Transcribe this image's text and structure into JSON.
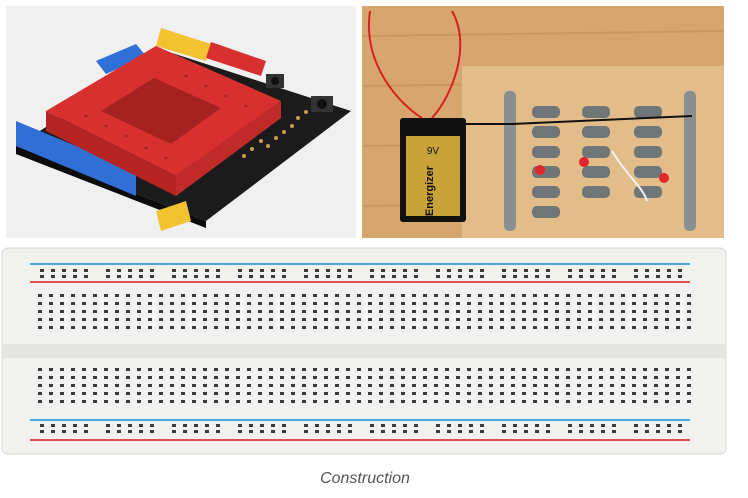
{
  "figure": {
    "caption": "Construction",
    "photos": [
      {
        "subject": "red mini breadboard mounted on an Arduino prototyping shield"
      },
      {
        "subject": "9V battery powering spring-terminal circuit board with LEDs",
        "battery_label": "Energizer",
        "battery_text": "9V"
      },
      {
        "subject": "full-size solderless breadboard with power rails"
      }
    ],
    "colors": {
      "breadboard_red": "#d8302f",
      "shield_black": "#1b1b1b",
      "wood": "#d7a66e",
      "rail_blue": "#4aa8e0",
      "rail_red": "#e05050"
    }
  }
}
